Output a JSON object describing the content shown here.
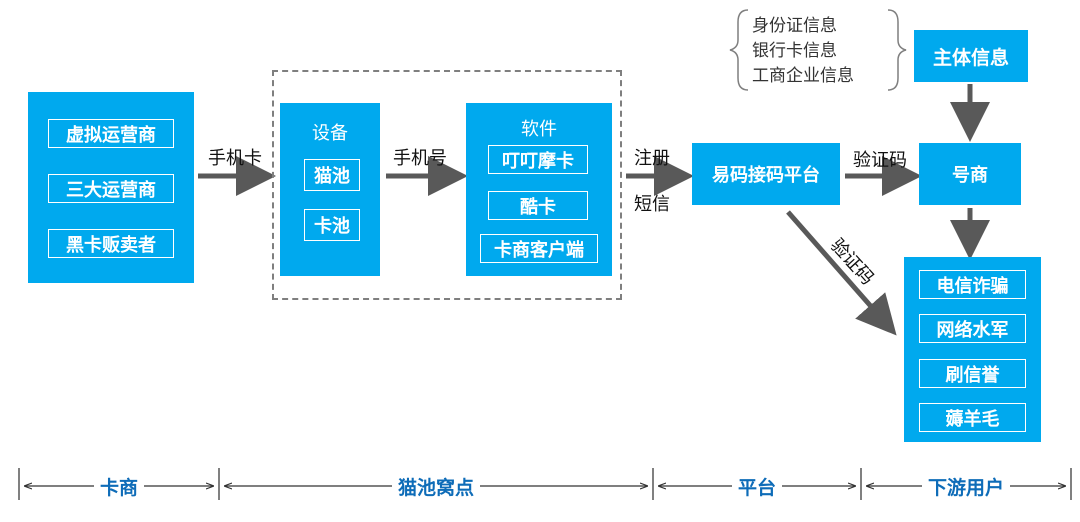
{
  "card_dealers": {
    "items": [
      "虚拟运营商",
      "三大运营商",
      "黑卡贩卖者"
    ]
  },
  "labels": {
    "sim_card": "手机卡",
    "phone_number": "手机号",
    "register": "注册",
    "sms": "短信",
    "code_1": "验证码",
    "code_2": "验证码"
  },
  "devices": {
    "title": "设备",
    "items": [
      "猫池",
      "卡池"
    ]
  },
  "software": {
    "title": "软件",
    "items": [
      "叮叮摩卡",
      "酷卡",
      "卡商客户端"
    ]
  },
  "platform": {
    "name": "易码接码平台"
  },
  "subject_info": {
    "title": "主体信息",
    "brace_items": [
      "身份证信息",
      "银行卡信息",
      "工商企业信息"
    ]
  },
  "number_dealer": {
    "name": "号商"
  },
  "downstream": {
    "items": [
      "电信诈骗",
      "网络水军",
      "刷信誉",
      "薅羊毛"
    ]
  },
  "footer": {
    "sections": [
      "卡商",
      "猫池窝点",
      "平台",
      "下游用户"
    ]
  },
  "colors": {
    "box_blue": "#00a9ee",
    "arrow_gray": "#595959",
    "footer_blue": "#0e6cb8"
  }
}
